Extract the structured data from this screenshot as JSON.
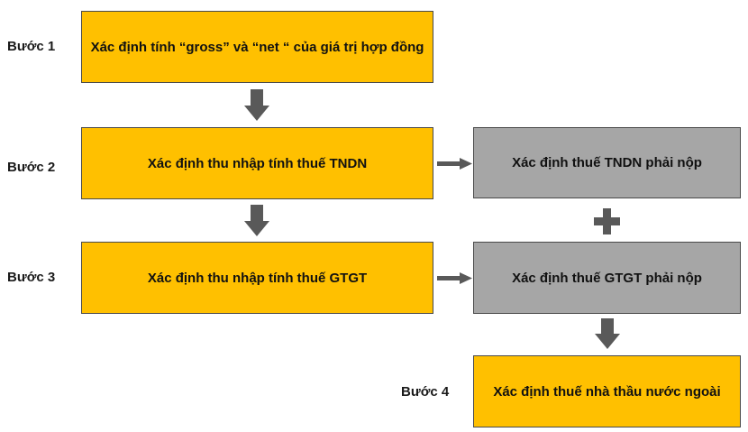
{
  "colors": {
    "step_box": "#FFC000",
    "tax_box": "#A6A6A6",
    "arrow": "#595959",
    "border": "#4a4a4a"
  },
  "steps": {
    "step1": {
      "label": "Bước 1",
      "text": "Xác định tính “gross” và “net “ của giá trị hợp đồng"
    },
    "step2": {
      "label": "Bước 2",
      "text": "Xác định thu nhập tính thuế TNDN"
    },
    "step3": {
      "label": "Bước 3",
      "text": "Xác định thu nhập tính thuế GTGT"
    },
    "step4": {
      "label": "Bước 4",
      "text": "Xác định thuế nhà thầu nước ngoài"
    }
  },
  "tax_boxes": {
    "cit": {
      "text": "Xác định thuế TNDN phải nộp"
    },
    "vat": {
      "text": "Xác định thuế GTGT phải nộp"
    }
  },
  "operator": {
    "icon": "plus-icon"
  }
}
